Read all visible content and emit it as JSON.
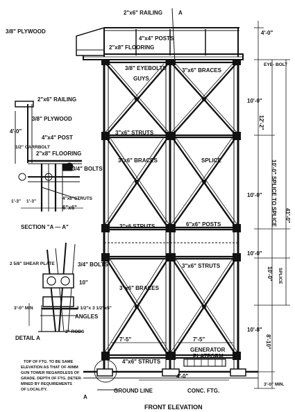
{
  "top_labels": {
    "railing": "2\"x6\" RAILING",
    "section_mark": "A",
    "plywood": "3/8\" PLYWOOD",
    "posts": "4\"x4\" POSTS",
    "flooring": "2\"x8\" FLOORING",
    "eyebolts": "3/8\" EYEBOLTS",
    "guys": "GUYS",
    "braces_top": "3\"x6\" BRACES",
    "struts_1": "3\"x6\" STRUTS",
    "braces_2": "3\"x6\" BRACES",
    "splice": "SPLICE",
    "struts_2": "3\"x6 STRUTS",
    "posts_6x6": "6\"x6\" POSTS",
    "struts_3": "3\"x6\" STRUTS",
    "braces_3": "3\"x6\" BRACES",
    "dim_7_5_left": "7'-5\"",
    "dim_7_5_right": "7'-5\"",
    "struts_4": "4\"x6\" STRUTS",
    "generator_1": "GENERATOR",
    "generator_2": "PLATFORM",
    "dim_4_0_bottom": "4'-0\"",
    "ground_line": "GROUND LINE",
    "conc_ftg": "CONC. FTG.",
    "front_elevation": "FRONT ELEVATION",
    "section_mark_bottom": "A"
  },
  "dimensions": {
    "d_4_0": "4'-0\"",
    "eye_bolt": "EYE- BOLT",
    "d_10_0_a": "10'-0\"",
    "d_12_2": "12'-2\"",
    "splice_to_splice": "10'-0\" SPLICE TO SPLICE",
    "total_41_0": "41'-0\"",
    "d_10_0_b": "10'-0\"",
    "d_10_0_c": "10'-0\"",
    "d_10_0_d": "10'-0\"",
    "splice_label": "SPLICE",
    "d_10_8": "10'-8\"",
    "d_8_10": "8'-10\"",
    "d_3_0_min": "3'-0\" MIN."
  },
  "section_aa": {
    "railing": "2\"x6\" RAILING",
    "plywood": "3/8\" PLYWOOD",
    "d_4_0": "4'-0\"",
    "post": "4\"x4\" POST",
    "carrbolt": "1/2\" CARRBOLT",
    "flooring": "2\"x8\" FLOORING",
    "bolts": "3/4\" BOLTS",
    "struts": "4\"x6\"STRUTS",
    "dim_1_3": "1'-3\"",
    "dim_1_3_2": "1'-3\"",
    "post_6x6": "6\"x6\"",
    "title": "SECTION \"A — A\""
  },
  "detail_a": {
    "shear_plate": "2 5/8\" SHEAR PLATE",
    "bolts": "3/4\" BOLTS",
    "d_10": "10\"",
    "d_3_0_min": "3'-0\" MIN",
    "angles_1": "3 1/2\"x 3 1/2\"x5\"",
    "angles_2": "ANGLES",
    "rods": "2\" RODS",
    "title": "DETAIL A"
  },
  "note": {
    "lines": [
      "TOP OF FTG. TO BE SAME",
      "ELEVATION AS THAT OF 40MM",
      "GUN TOWER REGARDLESS OF",
      "GRADE. DEPTH OF FTG. DETER-",
      "MINED BY REQUIREMENTS",
      "OF LOCALITY."
    ]
  }
}
